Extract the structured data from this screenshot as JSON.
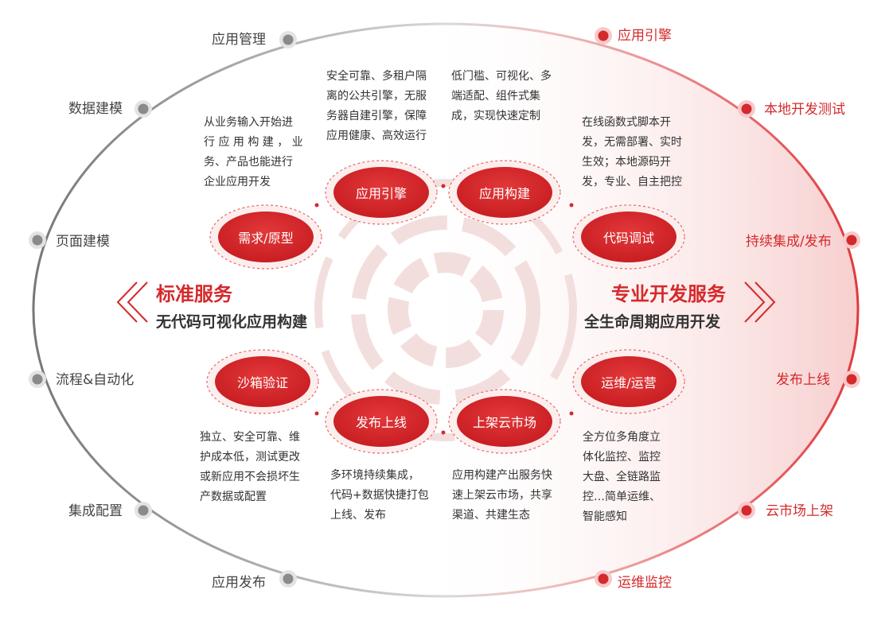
{
  "left_labels": [
    "应用管理",
    "数据建模",
    "页面建模",
    "流程&自动化",
    "集成配置",
    "应用发布"
  ],
  "right_labels": [
    "应用引擎",
    "本地开发测试",
    "持续集成/发布",
    "发布上线",
    "云市场上架",
    "运维监控"
  ],
  "center_left": {
    "title": "标准服务",
    "subtitle": "无代码可视化应用构建"
  },
  "center_right": {
    "title": "专业开发服务",
    "subtitle": "全生命周期应用开发"
  },
  "nodes": [
    {
      "label": "需求/原型",
      "desc": [
        "从业务输入开始进",
        "行 应 用 构 建 ， 业",
        "务、产品也能进行",
        "企业应用开发"
      ]
    },
    {
      "label": "应用引擎",
      "desc": [
        "安全可靠、多租户隔",
        "离的公共引擎，无服",
        "务器自建引擎，保障",
        "应用健康、高效运行"
      ]
    },
    {
      "label": "应用构建",
      "desc": [
        "低门槛、可视化、多",
        "端适配、组件式集",
        "成，实现快速定制"
      ]
    },
    {
      "label": "代码调试",
      "desc": [
        "在线函数式脚本开",
        "发，无需部署、实时",
        "生效；本地源码开",
        "发，专业、自主把控"
      ]
    },
    {
      "label": "沙箱验证",
      "desc": [
        "独立、安全可靠、维",
        "护成本低，测试更改",
        "或新应用不会损坏生",
        "产数据或配置"
      ]
    },
    {
      "label": "发布上线",
      "desc": [
        "多环境持续集成，",
        "代码+数据快捷打包",
        "上线、发布"
      ]
    },
    {
      "label": "上架云市场",
      "desc": [
        "应用构建产出服务快",
        "速上架云市场，共享",
        "渠道、共建生态"
      ]
    },
    {
      "label": "运维/运营",
      "desc": [
        "全方位多角度立",
        "体化监控、监控",
        "大盘、全链路监",
        "控…简单运维、",
        "智能感知"
      ]
    }
  ],
  "colors": {
    "accent": "#d42a2c",
    "gray_dot": "#8a8a8a",
    "ring_gray": "#7a7a7a"
  }
}
